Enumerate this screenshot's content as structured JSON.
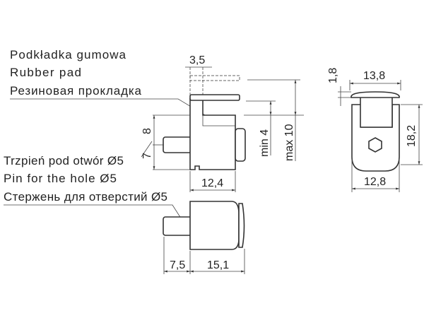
{
  "labels": {
    "rubber_pad": [
      "Podkładka gumowa",
      "Rubber pad",
      "Резиновая прокладка"
    ],
    "pin": [
      "Trzpień pod otwór Ø5",
      "Pin for the hole Ø5",
      "Стержень для отверстий  Ø5"
    ]
  },
  "dimensions": {
    "pad_offset": "3,5",
    "height_8": "8",
    "pin_7": "7",
    "width_12_4": "12,4",
    "min_4": "min 4",
    "max_10": "max 10",
    "cap_thickness": "1,8",
    "cap_width": "13,8",
    "body_height": "18,2",
    "body_width": "12,8",
    "pin_length": "7,5",
    "body_length": "15,1"
  }
}
